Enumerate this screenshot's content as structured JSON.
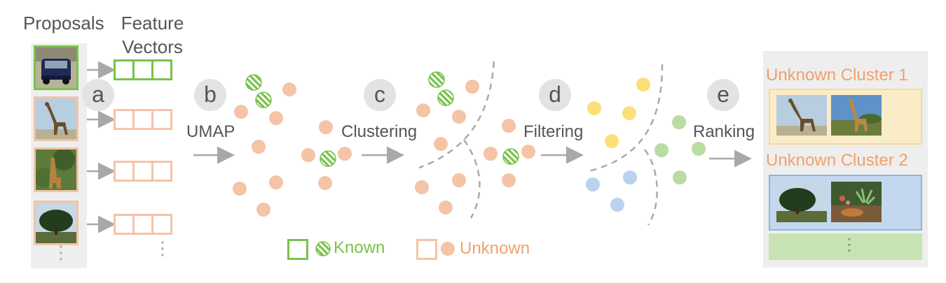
{
  "headers": {
    "proposals": "Proposals",
    "feature_vectors_line1": "Feature",
    "feature_vectors_line2": "Vectors"
  },
  "steps": [
    {
      "letter": "a",
      "label": ""
    },
    {
      "letter": "b",
      "label": "UMAP"
    },
    {
      "letter": "c",
      "label": "Clustering"
    },
    {
      "letter": "d",
      "label": "Filtering"
    },
    {
      "letter": "e",
      "label": "Ranking"
    }
  ],
  "legend": {
    "known": "Known",
    "unknown": "Unknown"
  },
  "clusters": [
    {
      "title": "Unknown Cluster 1",
      "bg": "#fbecc8",
      "border": "#f6d89a"
    },
    {
      "title": "Unknown Cluster 2",
      "bg": "#c3d8ee",
      "border": "#8fb3dc"
    }
  ],
  "ellipsis": "⋮",
  "colors": {
    "known_green": "#79c24b",
    "unknown_orange": "#f5c3a6",
    "unknown_text": "#f2a06c",
    "yellow": "#fbe07a",
    "blue": "#bad2ee",
    "green_dot": "#b9dca2",
    "cluster_extra": "#c8e3b3",
    "arrow": "#a8a8a8",
    "step_circle": "#e3e3e3"
  }
}
